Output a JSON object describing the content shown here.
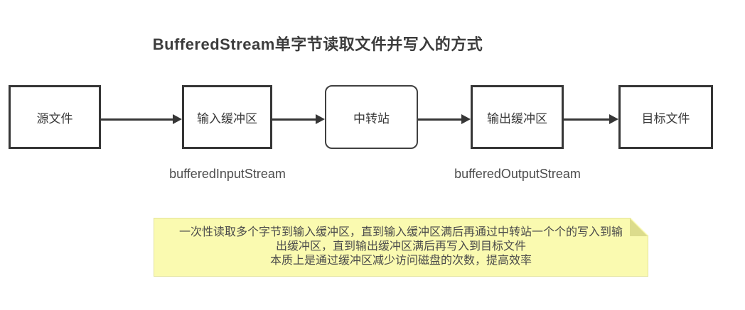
{
  "title": "BufferedStream单字节读取文件并写入的方式",
  "nodes": [
    {
      "label": "源文件",
      "shape": "rect"
    },
    {
      "label": "输入缓冲区",
      "shape": "rect"
    },
    {
      "label": "中转站",
      "shape": "rounded-rect"
    },
    {
      "label": "输出缓冲区",
      "shape": "rect"
    },
    {
      "label": "目标文件",
      "shape": "rect"
    }
  ],
  "sublabels": {
    "input": "bufferedInputStream",
    "output": "bufferedOutputStream"
  },
  "note": {
    "lines": [
      "一次性读取多个字节到输入缓冲区，直到输入缓冲区满后再通过中转站一个个的写入到输",
      "出缓冲区，直到输出缓冲区满后再写入到目标文件",
      "本质上是通过缓冲区减少访问磁盘的次数，提高效率"
    ]
  },
  "colors": {
    "ink": "#363636",
    "title_text": "#3c3c3c",
    "node_text": "#3a3a3a",
    "sublabel_text": "#4d4d4d",
    "note_bg": "#fafab0",
    "note_fold": "#dcdc8c",
    "note_border": "#e3e39a",
    "note_text": "#4b4b4b"
  }
}
